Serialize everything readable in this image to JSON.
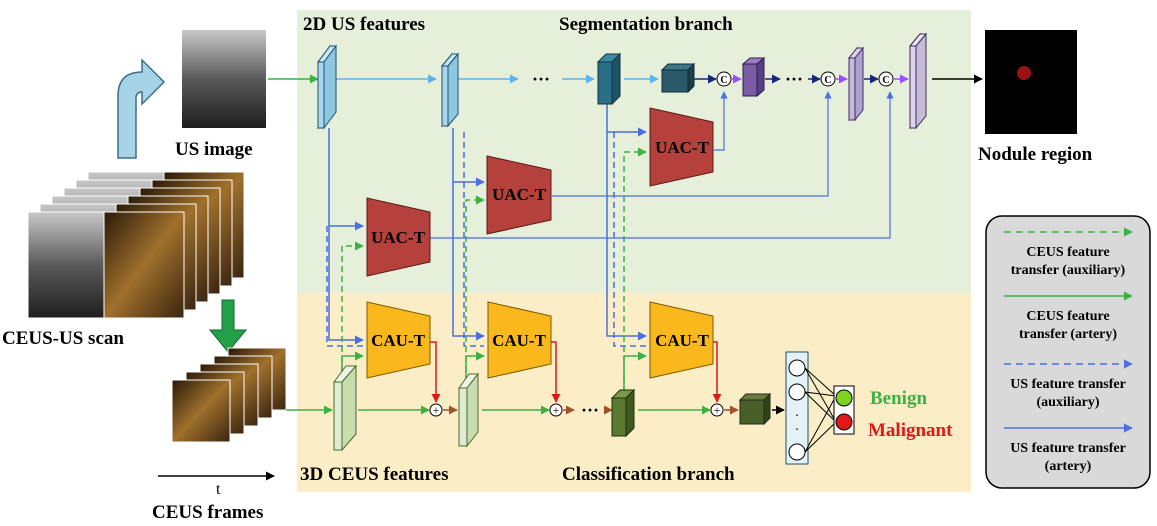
{
  "labels": {
    "us_features": "2D US features",
    "seg_branch": "Segmentation branch",
    "us_image": "US image",
    "nodule_region": "Nodule region",
    "ceus_us_scan": "CEUS-US scan",
    "ceus_features": "3D CEUS features",
    "cls_branch": "Classification branch",
    "ceus_frames": "CEUS frames",
    "time_axis": "t",
    "benign": "Benign",
    "malignant": "Malignant",
    "ellipsis": "···",
    "concat": "C",
    "add": "+"
  },
  "blocks": {
    "uac": "UAC-T",
    "cau": "CAU-T"
  },
  "legend": [
    {
      "line1": "CEUS feature",
      "line2": "transfer (auxiliary)",
      "style": "dashed",
      "color": "#3cb043"
    },
    {
      "line1": "CEUS feature",
      "line2": "transfer (artery)",
      "style": "solid",
      "color": "#3cb043"
    },
    {
      "line1": "US feature transfer",
      "line2": "(auxiliary)",
      "style": "dashed",
      "color": "#4a6fe0"
    },
    {
      "line1": "US feature transfer",
      "line2": "(artery)",
      "style": "solid",
      "color": "#4a6fe0"
    }
  ],
  "colors": {
    "seg_bg": "#e6efd9",
    "cls_bg": "#fbedc6",
    "uac_block": "#b5413d",
    "cau_block": "#fbb81d",
    "us_feature": "#a9d8ec",
    "ceus_feature": "#e0ecd2",
    "green_arrow": "#3cb043",
    "blue_arrow": "#4a6fe0",
    "red_arrow": "#e01818",
    "benign_color": "#3cb043",
    "malignant_color": "#e01818",
    "legend_bg": "#d9d9d9"
  }
}
